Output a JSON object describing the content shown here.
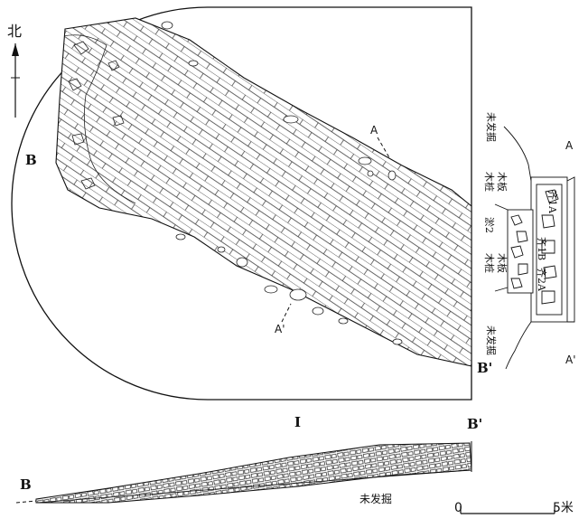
{
  "north": {
    "label": "北"
  },
  "plan": {
    "label_b": "B",
    "label_b_prime": "B'",
    "label_a": "A",
    "label_a_prime": "A'"
  },
  "detail": {
    "label_a": "A",
    "label_a_prime": "A'",
    "unexcavated_top": "未发掘",
    "unexcavated_bottom": "未发掘",
    "qi_1a_top": "齐1A",
    "qi_1b": "齐1B",
    "qi_2a": "齐2A",
    "wood_board_1": "木板",
    "wood_stake_1": "木桩",
    "yu_2": "淤2",
    "wood_board_2": "木板",
    "wood_stake_2": "木桩"
  },
  "section": {
    "label_b": "B",
    "label_b_prime": "B'",
    "label_i": "I",
    "unexcavated": "未发掘"
  },
  "scale": {
    "start": "0",
    "end": "5米"
  }
}
